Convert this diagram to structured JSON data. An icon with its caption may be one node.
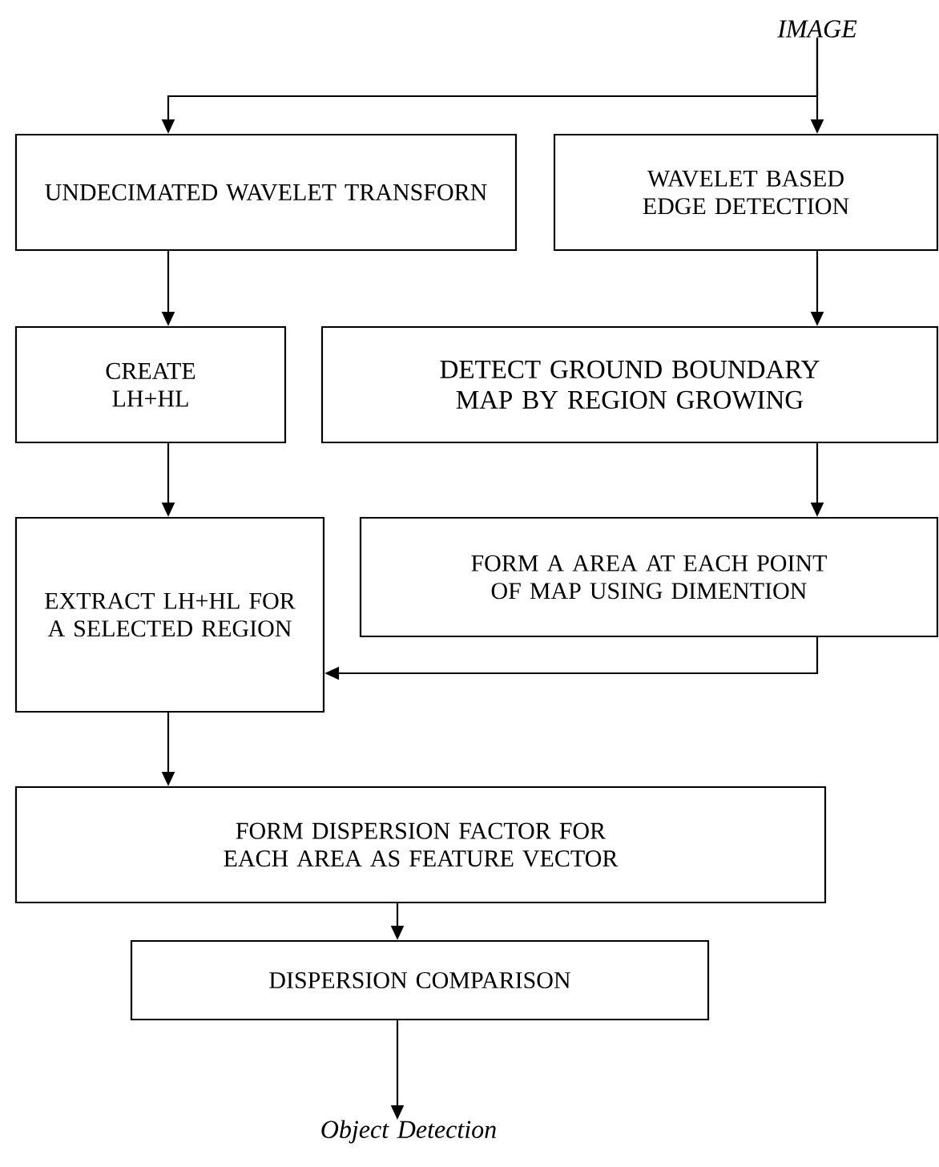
{
  "diagram": {
    "nodes": [
      {
        "text": [
          "IMAGE"
        ]
      },
      {
        "text": [
          "UNDECIMATED WAVELET TRANSFORN"
        ]
      },
      {
        "text": [
          "WAVELET BASED EDGE DETECTION"
        ]
      },
      {
        "text": [
          "CREATE LH+HL"
        ]
      },
      {
        "text": [
          "DETECT GROUND BOUNDARY MAP BY REGION GROWING"
        ]
      },
      {
        "text": [
          "EXTRACT LH+HL FOR A SELECTED REGION"
        ]
      },
      {
        "text": [
          "FORM A AREA AT EACH POINT OF MAP USING DIMENTION"
        ]
      },
      {
        "text": [
          "FORM DISPERSION FACTOR FOR EACH AREA AS FEATURE VECTOR"
        ]
      },
      {
        "text": [
          "DISPERSION COMPARISON"
        ]
      },
      {
        "text": [
          "Object Detection"
        ]
      }
    ],
    "edges": [
      {
        "from": 0,
        "to": 1,
        "arrow": "to"
      },
      {
        "from": 0,
        "to": 2,
        "arrow": "to"
      },
      {
        "from": 1,
        "to": 3,
        "arrow": "to"
      },
      {
        "from": 2,
        "to": 4,
        "arrow": "to"
      },
      {
        "from": 3,
        "to": 5,
        "arrow": "to"
      },
      {
        "from": 4,
        "to": 6,
        "arrow": "to"
      },
      {
        "from": 6,
        "to": 5,
        "arrow": "to"
      },
      {
        "from": 5,
        "to": 7,
        "arrow": "to"
      },
      {
        "from": 7,
        "to": 8,
        "arrow": "to"
      },
      {
        "from": 8,
        "to": 9,
        "arrow": "to"
      }
    ]
  }
}
